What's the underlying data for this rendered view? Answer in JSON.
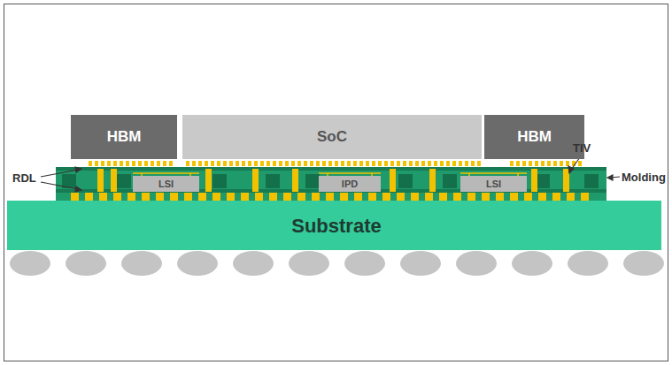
{
  "diagram": {
    "nodes": [
      {
        "text": [
          "HBM"
        ]
      },
      {
        "text": [
          "SoC"
        ]
      },
      {
        "text": [
          "HBM"
        ]
      },
      {
        "text": [
          "LSI"
        ]
      },
      {
        "text": [
          "IPD"
        ]
      },
      {
        "text": [
          "LSI"
        ]
      },
      {
        "text": [
          "Substrate"
        ]
      }
    ],
    "labels": [
      "RDL",
      "TIV",
      "Molding"
    ]
  }
}
